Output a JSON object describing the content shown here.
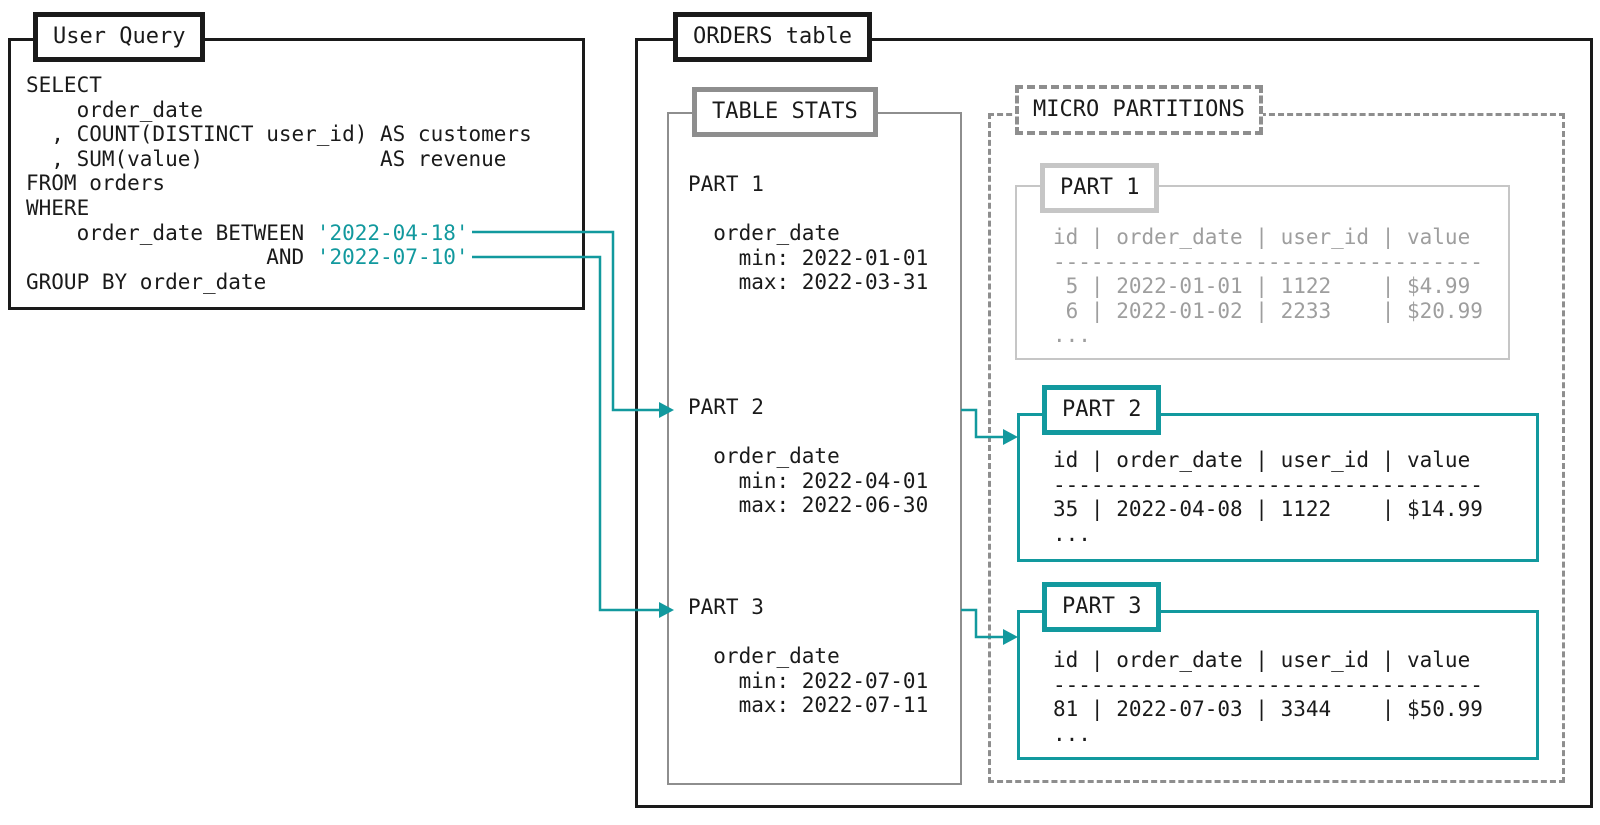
{
  "query_box": {
    "title": "User Query",
    "code_lines": [
      "SELECT",
      "    order_date",
      "  , COUNT(DISTINCT user_id) AS customers",
      "  , SUM(value)              AS revenue",
      "FROM orders",
      "WHERE",
      "    order_date BETWEEN ",
      "                   AND ",
      "GROUP BY order_date"
    ],
    "date_from": "'2022-04-18'",
    "date_to": "'2022-07-10'"
  },
  "orders_box": {
    "title": "ORDERS table"
  },
  "table_stats": {
    "title": "TABLE STATS",
    "parts": [
      {
        "name": "PART 1",
        "matched": false,
        "lines": [
          "  order_date",
          "    min: 2022-01-01",
          "    max: 2022-03-31"
        ]
      },
      {
        "name": "PART 2",
        "matched": true,
        "lines": [
          "  order_date",
          "    min: 2022-04-01",
          "    max: 2022-06-30"
        ]
      },
      {
        "name": "PART 3",
        "matched": true,
        "lines": [
          "  order_date",
          "    min: 2022-07-01",
          "    max: 2022-07-11"
        ]
      }
    ]
  },
  "micro_partitions": {
    "title": "MICRO PARTITIONS",
    "partitions": [
      {
        "name": "PART 1",
        "pruned": true,
        "header": "id | order_date | user_id | value",
        "divider": "----------------------------------",
        "rows": [
          " 5 | 2022-01-01 | 1122    | $4.99",
          " 6 | 2022-01-02 | 2233    | $20.99"
        ],
        "ellipsis": "..."
      },
      {
        "name": "PART 2",
        "pruned": false,
        "header": "id | order_date | user_id | value",
        "divider": "----------------------------------",
        "rows": [
          "35 | 2022-04-08 | 1122    | $14.99"
        ],
        "ellipsis": "..."
      },
      {
        "name": "PART 3",
        "pruned": false,
        "header": "id | order_date | user_id | value",
        "divider": "----------------------------------",
        "rows": [
          "81 | 2022-07-03 | 3344    | $50.99"
        ],
        "ellipsis": "..."
      }
    ]
  },
  "colors": {
    "accent_teal": "#12999e",
    "box_black": "#1a1a1a",
    "stats_gray": "#8e8e8e",
    "pruned_border_gray": "#c6c6c6",
    "pruned_text_gray": "#9e9e9e"
  }
}
